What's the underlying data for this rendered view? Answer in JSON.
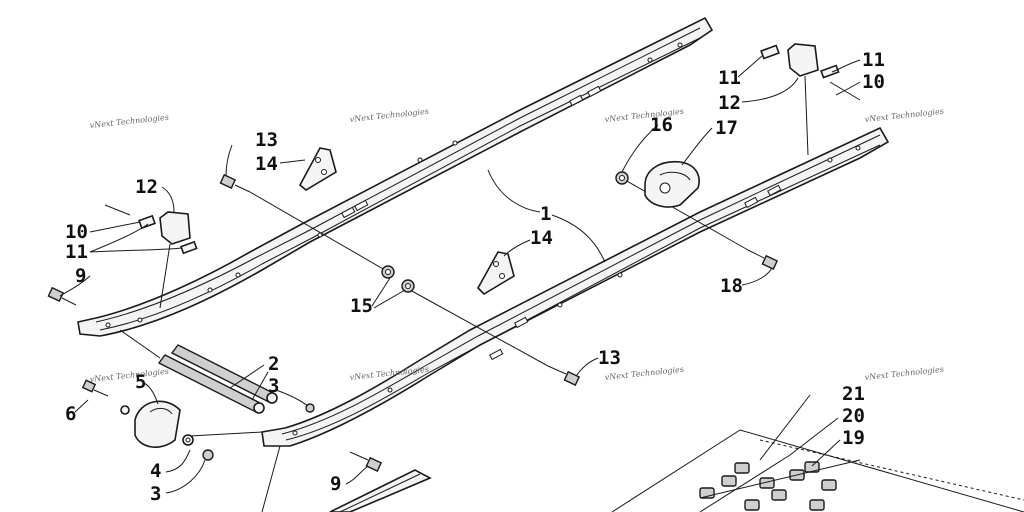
{
  "callouts": [
    {
      "id": "c1",
      "text": "1"
    },
    {
      "id": "c2",
      "text": "2"
    },
    {
      "id": "c3a",
      "text": "3"
    },
    {
      "id": "c3b",
      "text": "3"
    },
    {
      "id": "c4",
      "text": "4"
    },
    {
      "id": "c5",
      "text": "5"
    },
    {
      "id": "c6",
      "text": "6"
    },
    {
      "id": "c9a",
      "text": "9"
    },
    {
      "id": "c9b",
      "text": "9"
    },
    {
      "id": "c10a",
      "text": "10"
    },
    {
      "id": "c10b",
      "text": "10"
    },
    {
      "id": "c11a",
      "text": "11"
    },
    {
      "id": "c11b",
      "text": "11"
    },
    {
      "id": "c11c",
      "text": "11"
    },
    {
      "id": "c12a",
      "text": "12"
    },
    {
      "id": "c12b",
      "text": "12"
    },
    {
      "id": "c13a",
      "text": "13"
    },
    {
      "id": "c13b",
      "text": "13"
    },
    {
      "id": "c14a",
      "text": "14"
    },
    {
      "id": "c14b",
      "text": "14"
    },
    {
      "id": "c15",
      "text": "15"
    },
    {
      "id": "c16",
      "text": "16"
    },
    {
      "id": "c17",
      "text": "17"
    },
    {
      "id": "c18",
      "text": "18"
    },
    {
      "id": "c19",
      "text": "19"
    },
    {
      "id": "c20",
      "text": "20"
    },
    {
      "id": "c21",
      "text": "21"
    }
  ],
  "watermark": {
    "text": "vNext Technologies"
  }
}
